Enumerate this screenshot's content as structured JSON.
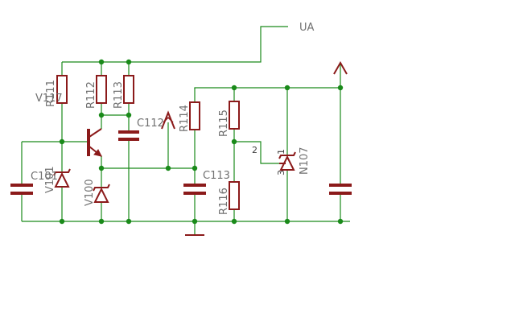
{
  "net_label": "UA",
  "labels": {
    "v117": "V117",
    "r111": "R111",
    "r112": "R112",
    "r113": "R113",
    "c112": "C112",
    "r114": "R114",
    "r115": "R115",
    "c113": "C113",
    "r116": "R116",
    "c101": "C101",
    "v101": "V101",
    "v100": "V100",
    "n107": "N107"
  },
  "pins": {
    "p1": "1",
    "p2": "2",
    "p3": "3"
  },
  "colors": {
    "wire": "#1a8a1a",
    "component": "#8b1a1a",
    "label": "#707070"
  }
}
